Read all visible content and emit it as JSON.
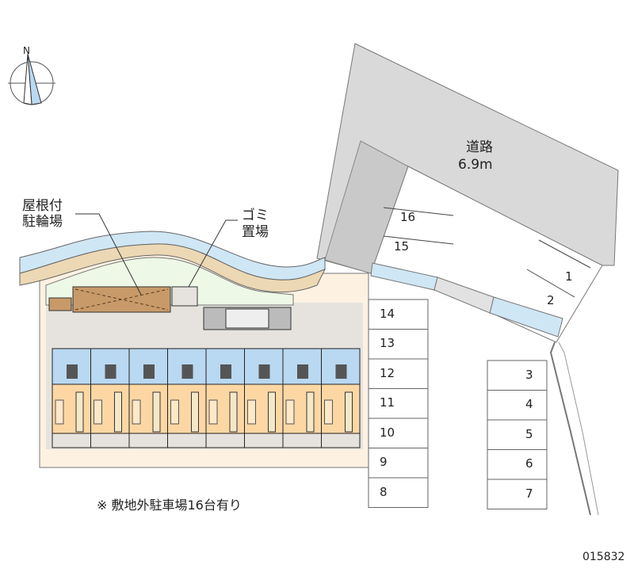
{
  "road": {
    "name": "道路",
    "width": "6.9m"
  },
  "labels": {
    "bicycle_line1": "屋根付",
    "bicycle_line2": "駐輪場",
    "garbage_line1": "ゴミ",
    "garbage_line2": "置場"
  },
  "compass": {
    "north": "N"
  },
  "parking_left": [
    "14",
    "13",
    "12",
    "11",
    "10",
    "9",
    "8"
  ],
  "parking_right": [
    "3",
    "4",
    "5",
    "6",
    "7"
  ],
  "parking_top": [
    "16",
    "15"
  ],
  "parking_road": [
    "1",
    "2"
  ],
  "note": "※ 敷地外駐車場16台有り",
  "code": "015832",
  "colors": {
    "road": "#d9d9d9",
    "water": "#cfe6f5",
    "room_blue": "#b9d8f2",
    "room_orange": "#fcd7a4",
    "site": "#fdf1e2",
    "green": "#eef8e6",
    "bike": "#c89a6a"
  }
}
